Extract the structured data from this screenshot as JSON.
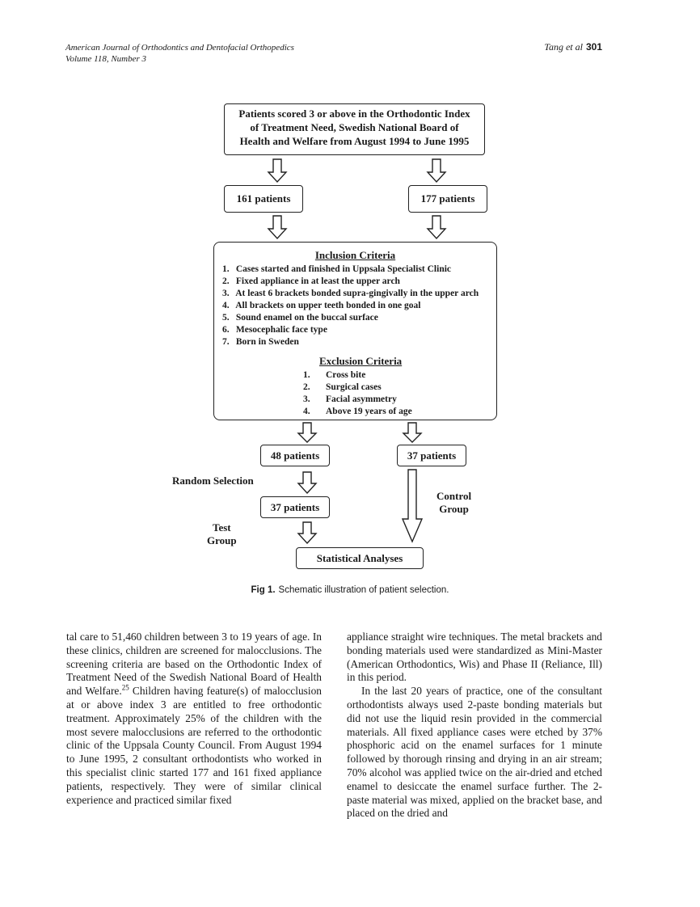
{
  "header": {
    "journal": "American Journal of Orthodontics and Dentofacial Orthopedics",
    "volume": "Volume 118, Number 3",
    "authors": "Tang et al",
    "page": "301"
  },
  "flowchart": {
    "top_box": [
      "Patients scored 3 or above in the Orthodontic Index",
      "of Treatment Need, Swedish National Board of",
      "Health and Welfare from August 1994 to June 1995"
    ],
    "left_count": "161 patients",
    "right_count": "177 patients",
    "inclusion_title": "Inclusion Criteria",
    "inclusion": [
      {
        "n": "1.",
        "t": "Cases started and finished in Uppsala Specialist Clinic"
      },
      {
        "n": "2.",
        "t": "Fixed appliance in at least the upper arch"
      },
      {
        "n": "3.",
        "t": "At least 6 brackets bonded supra-gingivally in the upper arch"
      },
      {
        "n": "4.",
        "t": "All brackets on upper teeth bonded in one goal"
      },
      {
        "n": "5.",
        "t": "Sound enamel on the buccal surface"
      },
      {
        "n": "6.",
        "t": "Mesocephalic face type"
      },
      {
        "n": "7.",
        "t": "Born in Sweden"
      }
    ],
    "exclusion_title": "Exclusion Criteria",
    "exclusion": [
      {
        "n": "1.",
        "t": "Cross bite"
      },
      {
        "n": "2.",
        "t": "Surgical cases"
      },
      {
        "n": "3.",
        "t": "Facial asymmetry"
      },
      {
        "n": "4.",
        "t": "Above 19 years of age"
      }
    ],
    "box_48": "48 patients",
    "box_37_right": "37 patients",
    "random_selection": "Random Selection",
    "box_37_test": "37 patients",
    "control_group": [
      "Control",
      "Group"
    ],
    "test_group": [
      "Test",
      "Group"
    ],
    "statistical": "Statistical Analyses"
  },
  "caption": {
    "label": "Fig 1.",
    "text": "Schematic illustration of patient selection."
  },
  "body": {
    "left_column": "tal care to 51,460 children between 3 to 19 years of age. In these clinics, children are screened for malocclusions. The screening criteria are based on the Orthodontic Index of Treatment Need of the Swedish National Board of Health and Welfare.",
    "left_ref": "25",
    "left_column_cont": " Children having feature(s) of malocclusion at or above index 3 are entitled to free orthodontic treatment. Approximately 25% of the children with the most severe malocclusions are referred to the orthodontic clinic of the Uppsala County Council. From August 1994 to June 1995, 2 consultant orthodontists who worked in this specialist clinic started 177 and 161 fixed appliance patients, respectively. They were of similar clinical experience and practiced similar fixed",
    "right_para1": "appliance straight wire techniques. The metal brackets and bonding materials used were standardized as Mini-Master (American Orthodontics, Wis) and Phase II (Reliance, Ill) in this period.",
    "right_para2": "In the last 20 years of practice, one of the consultant orthodontists always used 2-paste bonding materials but did not use the liquid resin provided in the commercial materials. All fixed appliance cases were etched by 37% phosphoric acid on the enamel surfaces for 1 minute followed by thorough rinsing and drying in an air stream; 70% alcohol was applied twice on the air-dried and etched enamel to desiccate the enamel surface further. The 2-paste material was mixed, applied on the bracket base, and placed on the dried and"
  }
}
